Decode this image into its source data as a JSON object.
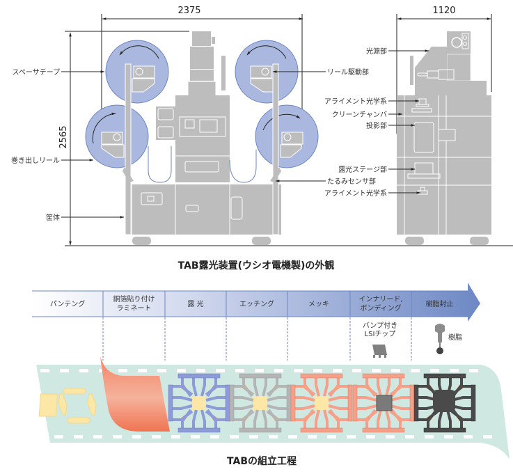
{
  "machine_figure": {
    "caption": "TAB露光装置(ウシオ電機製)の外観",
    "front_view": {
      "width_dimension": "2375",
      "height_dimension": "2565",
      "labels": {
        "spacer_tape": "スペーサテープ",
        "unwind_reel": "巻き出しリール",
        "housing": "筐体",
        "reel_drive": "リール駆動部",
        "slack_sensor": "たるみセンサ部"
      }
    },
    "side_view": {
      "width_dimension": "1120",
      "labels": {
        "light_source": "光源部",
        "alignment_optics_top": "アライメント光学系",
        "clean_chamber": "クリーンチャンバ",
        "projection": "投影部",
        "exposure_stage": "露光ステージ部",
        "alignment_optics_bottom": "アライメント光学系"
      }
    }
  },
  "process_figure": {
    "caption": "TABの組立工程",
    "steps": [
      {
        "line1": "パンテング",
        "line2": ""
      },
      {
        "line1": "銅箔貼り付け",
        "line2": "ラミネート"
      },
      {
        "line1": "露 光",
        "line2": ""
      },
      {
        "line1": "エッチング",
        "line2": ""
      },
      {
        "line1": "メッキ",
        "line2": ""
      },
      {
        "line1": "インナリード,",
        "line2": "ボンディング"
      },
      {
        "line1": "樹脂封止",
        "line2": ""
      }
    ],
    "annotations": {
      "chip_line1": "バンプ付き",
      "chip_line2": "LSIチップ",
      "resin": "樹脂"
    },
    "colors": {
      "film": "#cfe8e1",
      "copper_foil": "#f28466",
      "pattern_blue": "#8e9bd6",
      "pattern_gray": "#b5b5b5",
      "pattern_copper": "#f4a08a",
      "pattern_black": "#4a4a4a",
      "pad_yellow": "#fde7a6",
      "arrow_start": "#ffffff",
      "arrow_end": "#6f8ac6"
    }
  }
}
